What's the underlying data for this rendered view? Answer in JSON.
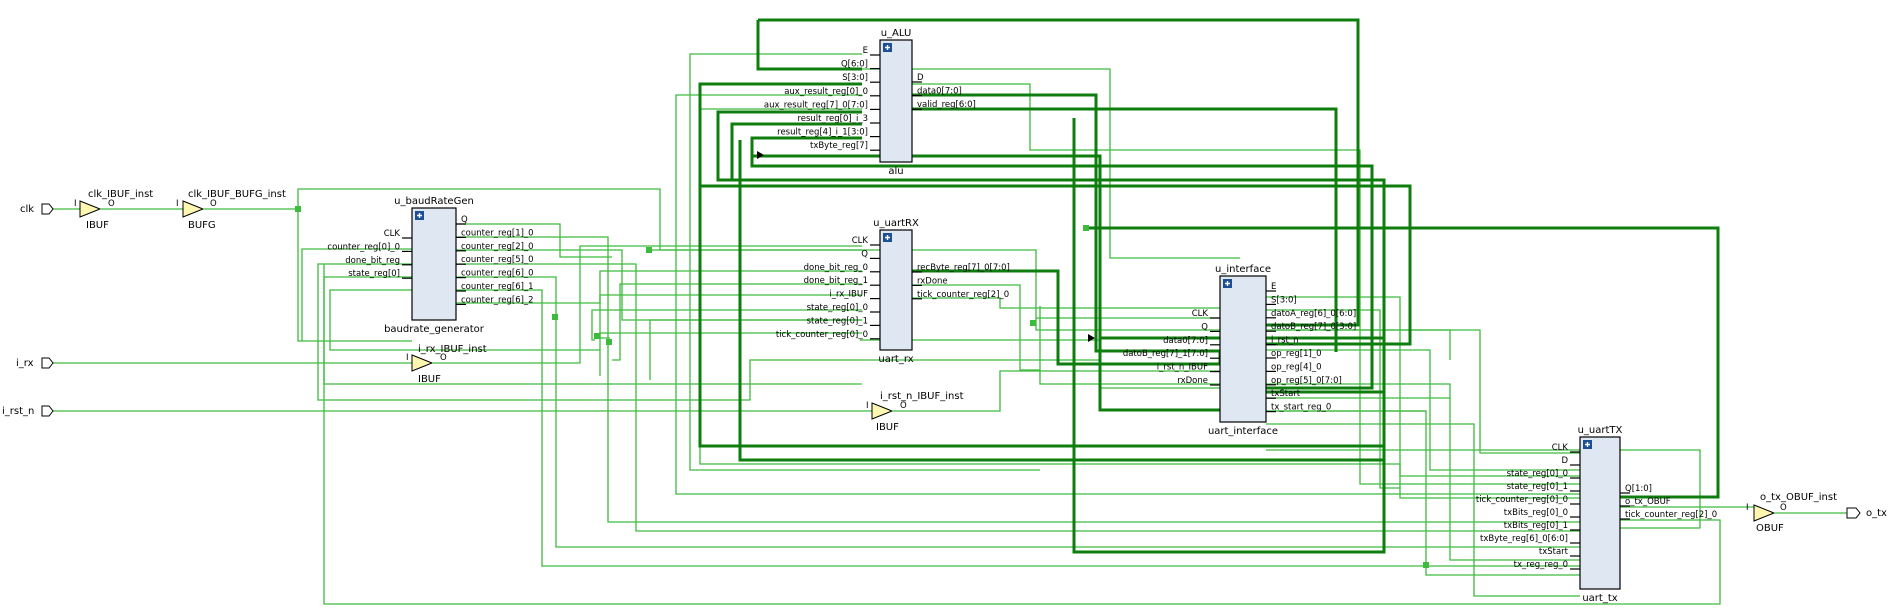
{
  "ports": {
    "clk": "clk",
    "i_rx": "i_rx",
    "i_rst_n": "i_rst_n",
    "o_tx": "o_tx"
  },
  "buffers": {
    "clk_ibuf": {
      "inst": "clk_IBUF_inst",
      "type": "IBUF",
      "in": "I",
      "out": "O"
    },
    "clk_bufg": {
      "inst": "clk_IBUF_BUFG_inst",
      "type": "BUFG",
      "in": "I",
      "out": "O"
    },
    "rx_ibuf": {
      "inst": "i_rx_IBUF_inst",
      "type": "IBUF",
      "in": "I",
      "out": "O"
    },
    "rstn_ibuf": {
      "inst": "i_rst_n_IBUF_inst",
      "type": "IBUF",
      "in": "I",
      "out": "O"
    },
    "tx_obuf": {
      "inst": "o_tx_OBUF_inst",
      "type": "OBUF",
      "in": "I",
      "out": "O"
    }
  },
  "blocks": {
    "alu": {
      "inst": "u_ALU",
      "type": "alu",
      "inputs": [
        "E",
        "Q[6:0]",
        "S[3:0]",
        "aux_result_reg[0]_0",
        "aux_result_reg[7]_0[7:0]",
        "result_reg[0]_i_3",
        "result_reg[4]_i_1[3:0]",
        "txByte_reg[7]"
      ],
      "outputs": [
        "D",
        "data0[7:0]",
        "valid_reg[6:0]"
      ]
    },
    "baud": {
      "inst": "u_baudRateGen",
      "type": "baudrate_generator",
      "inputs": [
        "CLK",
        "counter_reg[0]_0",
        "done_bit_reg",
        "state_reg[0]"
      ],
      "outputs": [
        "Q",
        "counter_reg[1]_0",
        "counter_reg[2]_0",
        "counter_reg[5]_0",
        "counter_reg[6]_0",
        "counter_reg[6]_1",
        "counter_reg[6]_2"
      ]
    },
    "rx": {
      "inst": "u_uartRX",
      "type": "uart_rx",
      "inputs": [
        "CLK",
        "Q",
        "done_bit_reg_0",
        "done_bit_reg_1",
        "i_rx_IBUF",
        "state_reg[0]_0",
        "state_reg[0]_1",
        "tick_counter_reg[0]_0"
      ],
      "outputs": [
        "recByte_reg[7]_0[7:0]",
        "rxDone",
        "tick_counter_reg[2]_0"
      ]
    },
    "iface": {
      "inst": "u_interface",
      "type": "uart_interface",
      "inputs": [
        "CLK",
        "Q",
        "data0[7:0]",
        "datoB_reg[7]_1[7:0]",
        "i_rst_n_IBUF",
        "rxDone"
      ],
      "outputs": [
        "E",
        "S[3:0]",
        "datoA_reg[6]_0[6:0]",
        "datoB_reg[7]_0[3:0]",
        "i_rst_n",
        "op_reg[1]_0",
        "op_reg[4]_0",
        "op_reg[5]_0[7:0]",
        "txStart",
        "tx_start_reg_0"
      ]
    },
    "tx": {
      "inst": "u_uartTX",
      "type": "uart_tx",
      "inputs": [
        "CLK",
        "D",
        "state_reg[0]_0",
        "state_reg[0]_1",
        "tick_counter_reg[0]_0",
        "txBits_reg[0]_0",
        "txBits_reg[0]_1",
        "txByte_reg[6]_0[6:0]",
        "txStart",
        "tx_reg_reg_0"
      ],
      "outputs": [
        "Q[1:0]",
        "o_tx_OBUF",
        "tick_counter_reg[2]_0"
      ]
    }
  },
  "colors": {
    "wire": "#3dbb3d",
    "bus": "#0d7d0d",
    "block_fill": "#dfe7f3",
    "buffer_fill": "#fff7b0",
    "expand_icon": "#1d4f95"
  }
}
